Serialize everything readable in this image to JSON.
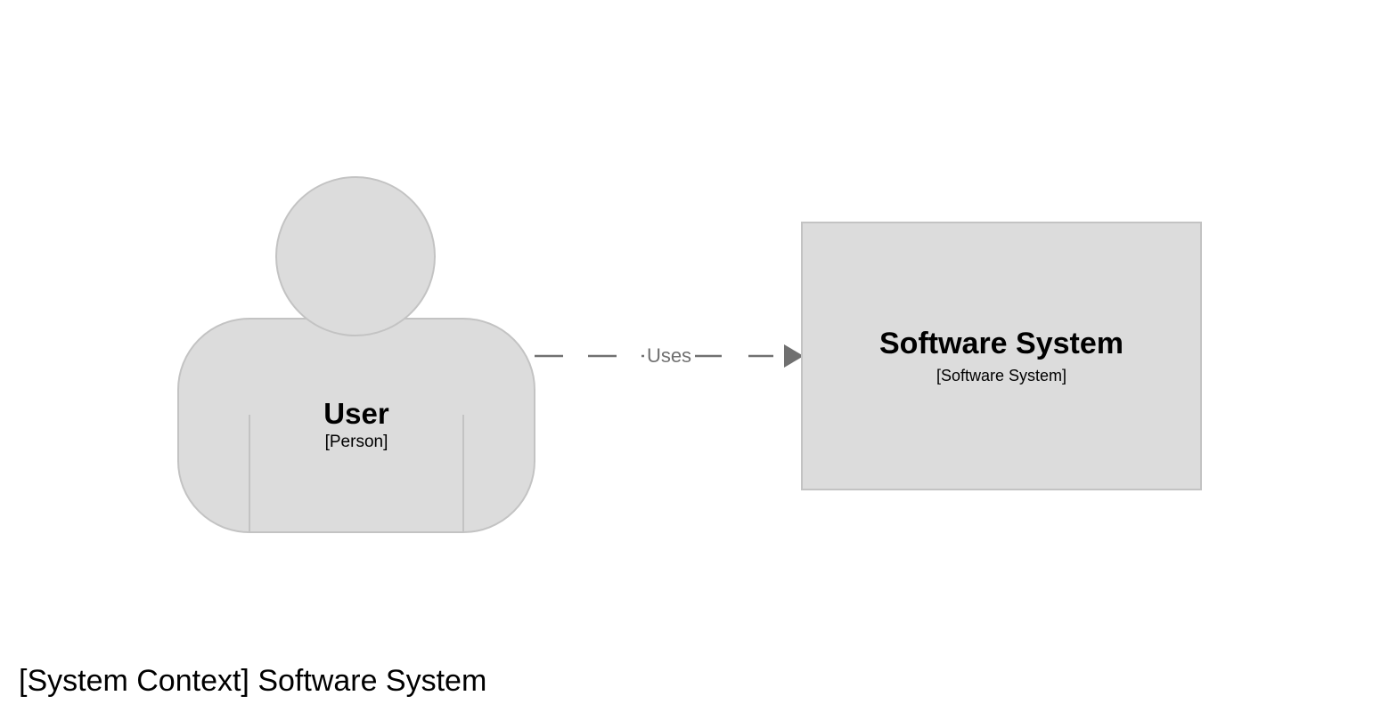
{
  "diagram": {
    "title": "[System Context] Software System",
    "person": {
      "name": "User",
      "meta": "[Person]"
    },
    "system": {
      "name": "Software System",
      "meta": "[Software System]"
    },
    "relationship": {
      "label": "Uses"
    },
    "colors": {
      "element_fill": "#dcdcdc",
      "element_border": "#c3c3c3",
      "element_text": "#000000",
      "relationship_line": "#707070",
      "background": "#ffffff",
      "title_text": "#000000"
    }
  }
}
